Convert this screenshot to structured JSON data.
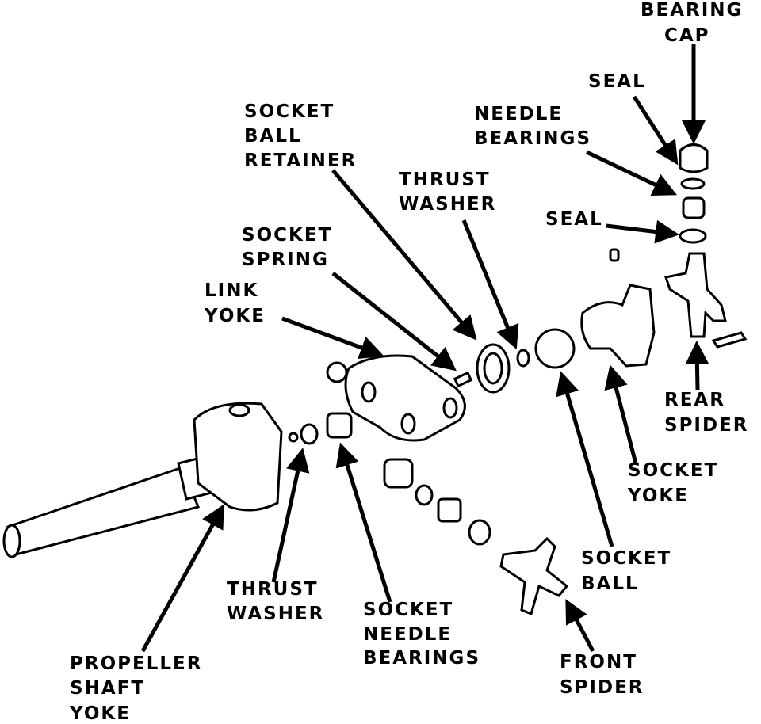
{
  "labels": {
    "bearing_cap": [
      "BEARING",
      "CAP"
    ],
    "seal_top": [
      "SEAL"
    ],
    "needle_bearings": [
      "NEEDLE",
      "BEARINGS"
    ],
    "socket_ball_retainer": [
      "SOCKET",
      "BALL",
      "RETAINER"
    ],
    "thrust_washer_top": [
      "THRUST",
      "WASHER"
    ],
    "seal_lower": [
      "SEAL"
    ],
    "socket_spring": [
      "SOCKET",
      "SPRING"
    ],
    "link_yoke": [
      "LINK",
      "YOKE"
    ],
    "rear_spider": [
      "REAR",
      "SPIDER"
    ],
    "socket_yoke": [
      "SOCKET",
      "YOKE"
    ],
    "socket_ball": [
      "SOCKET",
      "BALL"
    ],
    "thrust_washer_bottom": [
      "THRUST",
      "WASHER"
    ],
    "socket_needle_bearings": [
      "SOCKET",
      "NEEDLE",
      "BEARINGS"
    ],
    "propeller_shaft_yoke": [
      "PROPELLER",
      "SHAFT",
      "YOKE"
    ],
    "front_spider": [
      "FRONT",
      "SPIDER"
    ]
  }
}
